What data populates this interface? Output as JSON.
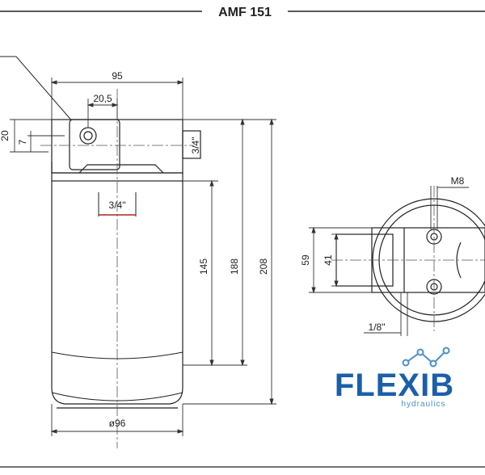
{
  "title": "AMF 151",
  "dimensions": {
    "width_95": "95",
    "port_spacing": "20,5",
    "left_20": "20",
    "left_7": "7",
    "side_port": "3/4\"",
    "inlet_port": "3/4\"",
    "h_145": "145",
    "h_188": "188",
    "h_208": "208",
    "diameter": "ø96",
    "right_59": "59",
    "right_41": "41",
    "thread_m8": "M8",
    "port_1_8": "1/8\""
  },
  "logo": {
    "name": "FLEXIB",
    "tagline": "hydraulics",
    "colors": {
      "primary": "#1b5fa8",
      "accent": "#4a90c8"
    }
  },
  "colors": {
    "line": "#222222",
    "dim_line": "#333333",
    "center_line": "#555555",
    "red_mark": "#b22222"
  }
}
